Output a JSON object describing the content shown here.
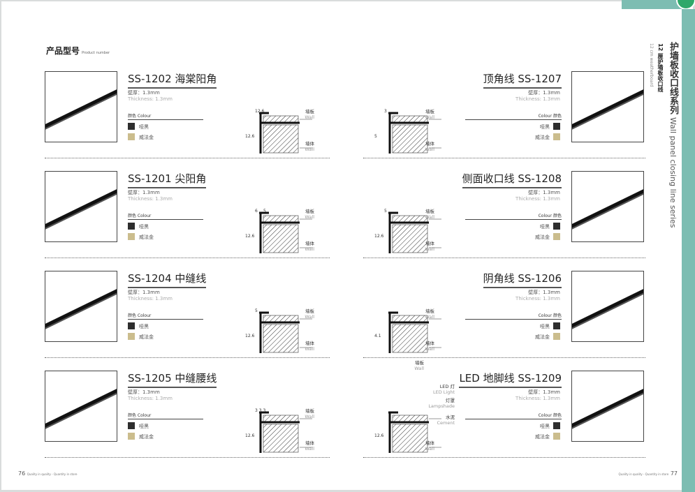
{
  "header": {
    "title_cn": "产品型号",
    "title_en": "Product number"
  },
  "series": {
    "title_cn": "护墙板收口线系列",
    "title_en": "Wall panel closing line series",
    "sub_cn": "12 厘护墙板收口线",
    "sub_en": "12 cm weatherboard"
  },
  "common": {
    "thickness_cn": "壁厚：1.3mm",
    "thickness_en": "Thickness: 1.3mm",
    "colour_left": "颜色 Colour",
    "colour_right": "Colour 颜色",
    "color1": "哑黑",
    "color2": "威法金",
    "wall_panel_cn": "墙板",
    "wall_panel_en": "Wall",
    "wall_cn": "墙体",
    "wall_en": "Wall"
  },
  "colors": {
    "black": "#2e2e2e",
    "gold": "#cbbd8d",
    "teal": "#7dbdb2"
  },
  "left_products": [
    {
      "title": "SS-1202 海棠阳角",
      "dims": [
        "12.6",
        "12.6"
      ]
    },
    {
      "title": "SS-1201 尖阳角",
      "dims": [
        "6",
        "5",
        "12.6"
      ]
    },
    {
      "title": "SS-1204 中缝线",
      "dims": [
        "5",
        "12.6"
      ]
    },
    {
      "title": "SS-1205 中缝腰线",
      "dims": [
        "3 3 3",
        "12.6"
      ]
    }
  ],
  "right_products": [
    {
      "title": "顶角线 SS-1207",
      "dims": [
        "3",
        "5"
      ]
    },
    {
      "title": "侧面收口线 SS-1208",
      "dims": [
        "5",
        "12.6"
      ]
    },
    {
      "title": "阴角线 SS-1206",
      "dims": [
        "4.1"
      ]
    },
    {
      "title": "LED 地脚线 SS-1209",
      "dims": [
        "12.6"
      ]
    }
  ],
  "led": {
    "light_cn": "LED 灯",
    "light_en": "LED Light",
    "shade_cn": "灯罩",
    "shade_en": "Lampshade",
    "cement_cn": "水泥",
    "cement_en": "Cement"
  },
  "footer": {
    "left_page": "76",
    "right_page": "77",
    "slogan": "Quality in quality - Quantity in store"
  }
}
